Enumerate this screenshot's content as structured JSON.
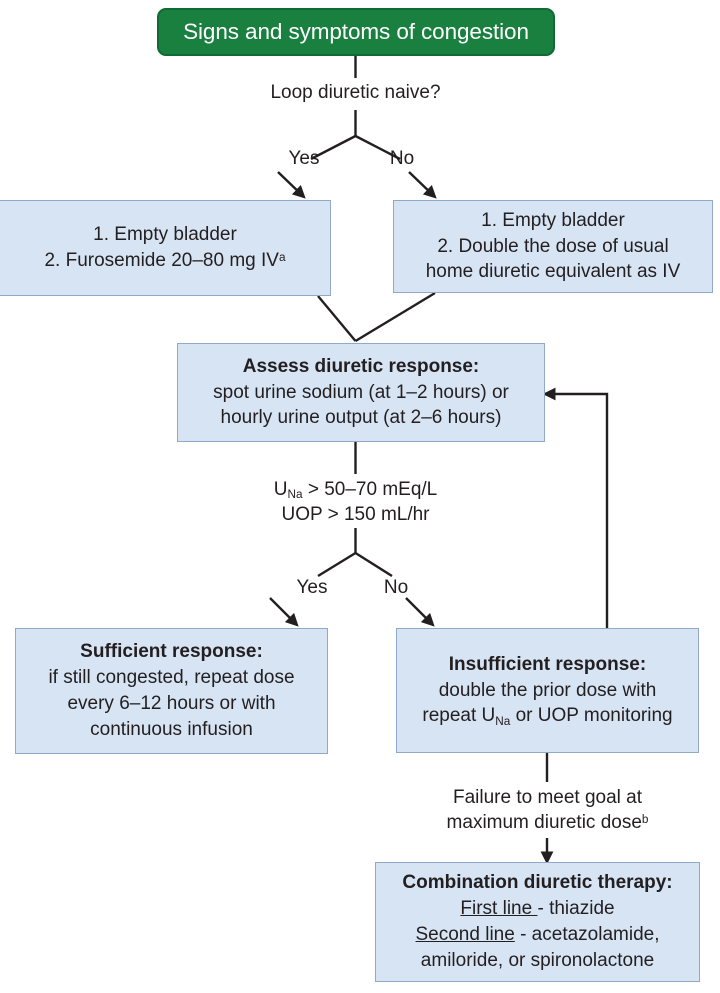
{
  "diagram": {
    "title_node": {
      "label": "Signs and symptoms of congestion",
      "color": "#1a8040",
      "text_color": "#ffffff"
    },
    "box_color": "#d7e4f4",
    "box_border_color": "#8fa9c6",
    "line_color": "#231f20",
    "questions": {
      "loop_naive": "Loop diuretic naive?",
      "criteria_line1_pre": "U",
      "criteria_line1_sub": "Na",
      "criteria_line1_post": " > 50–70 mEq/L",
      "criteria_line2": "UOP > 150 mL/hr",
      "failure_line1": "Failure to meet goal at",
      "failure_line2_pre": "maximum diuretic dose",
      "failure_line2_sup": "b"
    },
    "branch_labels": {
      "yes_top": "Yes",
      "no_top": "No",
      "yes_bottom": "Yes",
      "no_bottom": "No"
    },
    "nodes": {
      "naive_yes": {
        "lines": [
          "1. Empty bladder",
          "2. Furosemide 20–80 mg IV"
        ],
        "footnote": "a"
      },
      "naive_no": {
        "lines": [
          "1. Empty bladder",
          "2. Double the dose of usual",
          "home diuretic equivalent as IV"
        ]
      },
      "assess": {
        "heading": "Assess diuretic response:",
        "lines": [
          "spot urine sodium (at 1–2 hours) or",
          "hourly urine output (at 2–6 hours)"
        ]
      },
      "sufficient": {
        "heading": "Sufficient response:",
        "lines": [
          "if still congested, repeat dose",
          "every 6–12 hours or with",
          "continuous infusion"
        ]
      },
      "insufficient": {
        "heading": "Insufficient response:",
        "line1": "double the prior dose with",
        "line2_pre": "repeat U",
        "line2_sub": "Na",
        "line2_post": " or UOP monitoring"
      },
      "combination": {
        "heading": "Combination diuretic therapy:",
        "first_line_label": "First line ",
        "first_line_value": "- thiazide",
        "second_line_label": "Second line",
        "second_line_value": " - acetazolamide,",
        "second_line_cont": "amiloride, or spironolactone"
      }
    }
  }
}
